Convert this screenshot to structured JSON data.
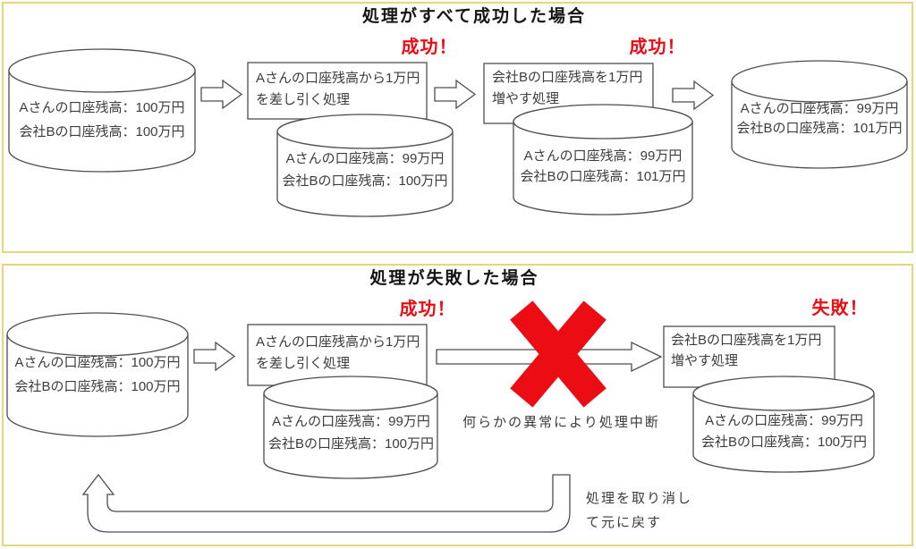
{
  "colors": {
    "panel_border": "#e5d77b",
    "status_red": "#ec0d14",
    "shape_stroke": "#4d4d4d",
    "text": "#3c3c3c"
  },
  "success_panel": {
    "title": "処理がすべて成功した場合",
    "db_initial": {
      "line1": "Aさんの口座残高：100万円",
      "line2": "会社Bの口座残高：100万円"
    },
    "process_debit": {
      "line1": "Aさんの口座残高から1万円",
      "line2": "を差し引く処理",
      "status": "成功！"
    },
    "db_after_debit": {
      "line1": "Aさんの口座残高：99万円",
      "line2": "会社Bの口座残高：100万円"
    },
    "process_credit": {
      "line1": "会社Bの口座残高を1万円",
      "line2": "増やす処理",
      "status": "成功！"
    },
    "db_after_credit": {
      "line1": "Aさんの口座残高：99万円",
      "line2": "会社Bの口座残高：101万円"
    },
    "db_final": {
      "line1": "Aさんの口座残高：99万円",
      "line2": "会社Bの口座残高：101万円"
    }
  },
  "failure_panel": {
    "title": "処理が失敗した場合",
    "db_initial": {
      "line1": "Aさんの口座残高：100万円",
      "line2": "会社Bの口座残高：100万円"
    },
    "process_debit": {
      "line1": "Aさんの口座残高から1万円",
      "line2": "を差し引く処理",
      "status": "成功！"
    },
    "db_after_debit": {
      "line1": "Aさんの口座残高：99万円",
      "line2": "会社Bの口座残高：100万円"
    },
    "interrupt_note": "何らかの異常により処理中断",
    "process_credit": {
      "line1": "会社Bの口座残高を1万円",
      "line2": "増やす処理",
      "status": "失敗！"
    },
    "db_after_failure": {
      "line1": "Aさんの口座残高：99万円",
      "line2": "会社Bの口座残高：100万円"
    },
    "rollback_note": {
      "line1": "処理を取り消し",
      "line2": "て元に戻す"
    }
  }
}
